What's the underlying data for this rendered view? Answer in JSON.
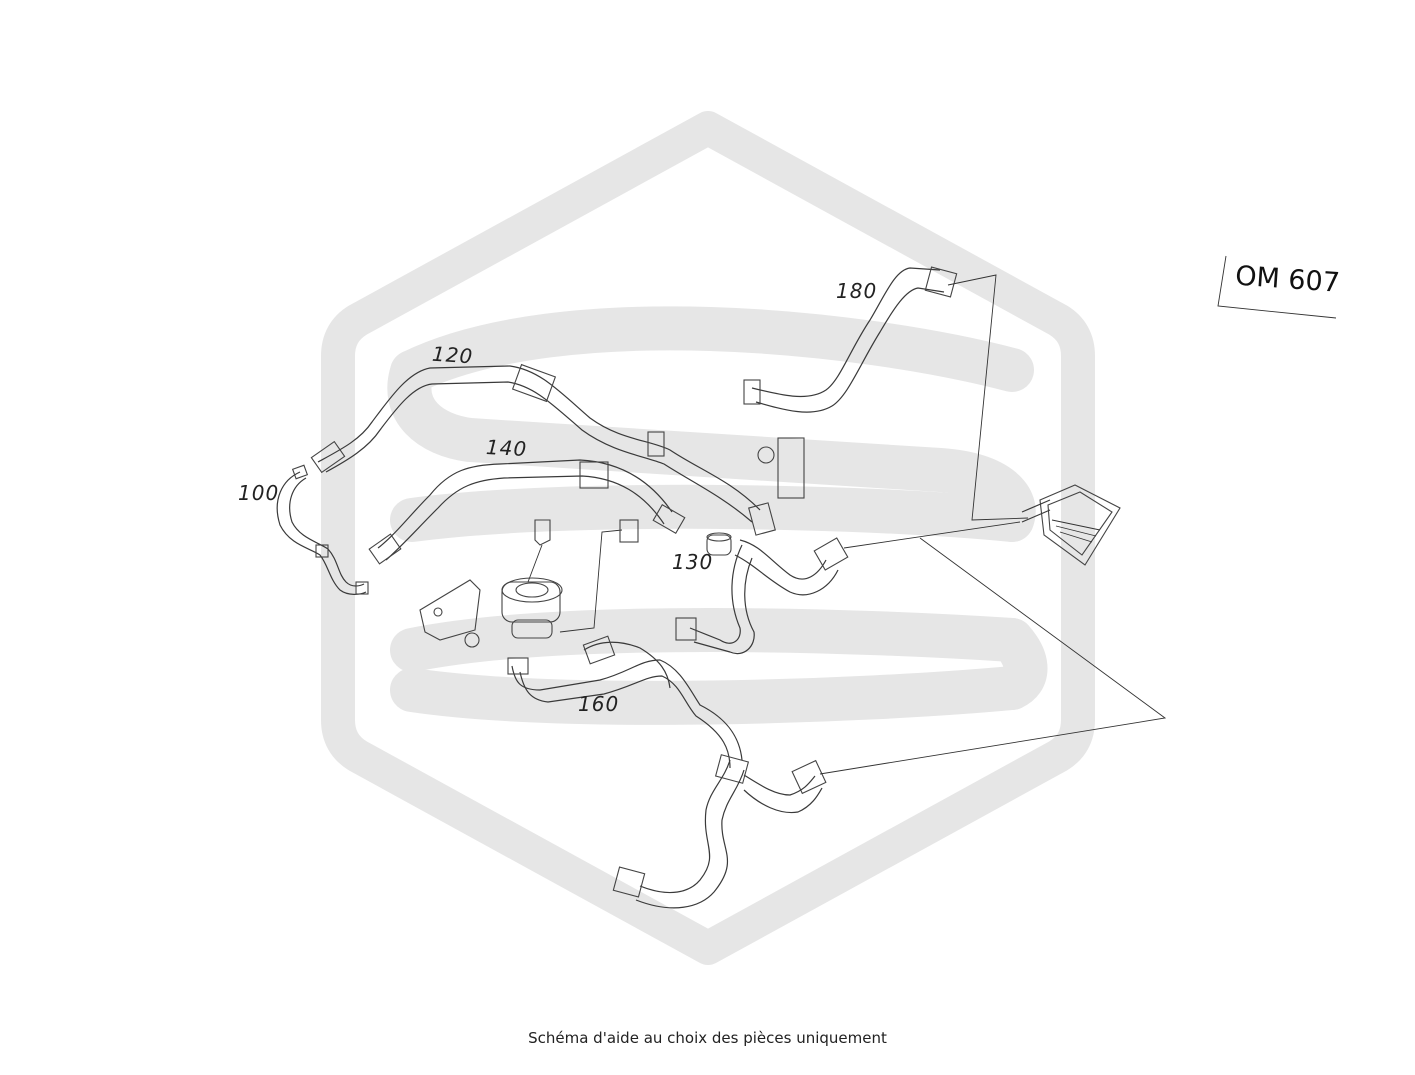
{
  "diagram": {
    "engine_code": "OM 607",
    "callouts": {
      "c100": "100",
      "c120": "120",
      "c130": "130",
      "c140": "140",
      "c160": "160",
      "c180": "180"
    },
    "watermark_color": "#e6e6e6",
    "line_color": "#333333"
  },
  "footer": {
    "caption": "Schéma d'aide au choix des pièces uniquement"
  }
}
